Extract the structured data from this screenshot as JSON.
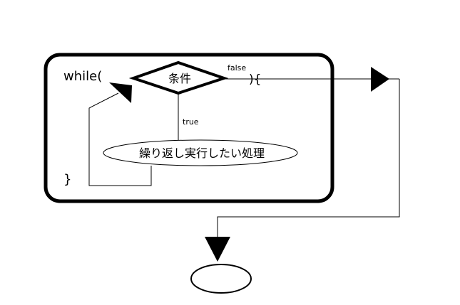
{
  "diagram": {
    "while_open": "while(",
    "condition": "条件",
    "false_label": "false",
    "brace_open": "){",
    "true_label": "true",
    "loop_body": "繰り返し実行したい処理",
    "brace_close": "}",
    "end_label": ""
  },
  "colors": {
    "stroke": "#000000",
    "background": "#ffffff"
  }
}
